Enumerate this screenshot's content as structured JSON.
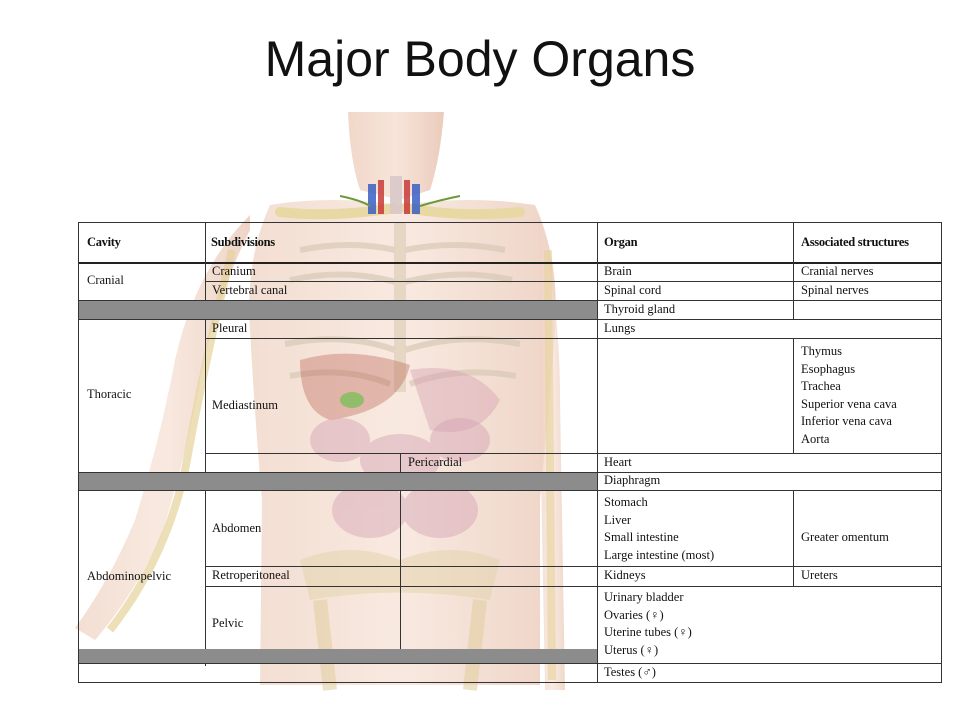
{
  "title": "Major Body Organs",
  "table": {
    "headers": {
      "cavity": "Cavity",
      "subdivisions": "Subdivisions",
      "organ": "Organ",
      "associated": "Associated structures"
    },
    "cranial": {
      "cavity": "Cranial",
      "rows": [
        {
          "subdivision": "Cranium",
          "organ": "Brain",
          "associated": "Cranial nerves"
        },
        {
          "subdivision": "Vertebral canal",
          "organ": "Spinal cord",
          "associated": "Spinal nerves"
        }
      ]
    },
    "thyroid": "Thyroid gland",
    "thoracic": {
      "cavity": "Thoracic",
      "pleural": {
        "subdivision": "Pleural",
        "organ": "Lungs"
      },
      "mediastinum": {
        "subdivision": "Mediastinum",
        "associated": [
          "Thymus",
          "Esophagus",
          "Trachea",
          "Superior vena cava",
          "Inferior vena cava",
          "Aorta"
        ]
      },
      "pericardial": {
        "subdivision": "Pericardial",
        "organ": "Heart"
      }
    },
    "diaphragm": "Diaphragm",
    "abdominopelvic": {
      "cavity": "Abdominopelvic",
      "abdomen": {
        "subdivision": "Abdomen",
        "organs": [
          "Stomach",
          "Liver",
          "Small intestine",
          "Large intestine (most)"
        ],
        "associated": "Greater omentum"
      },
      "retroperitoneal": {
        "subdivision": "Retroperitoneal",
        "organ": "Kidneys",
        "associated": "Ureters"
      },
      "pelvic": {
        "subdivision": "Pelvic",
        "organs": [
          "Urinary bladder",
          "Ovaries (♀)",
          "Uterine tubes (♀)",
          "Uterus (♀)"
        ]
      },
      "testes": "Testes (♂)"
    }
  }
}
